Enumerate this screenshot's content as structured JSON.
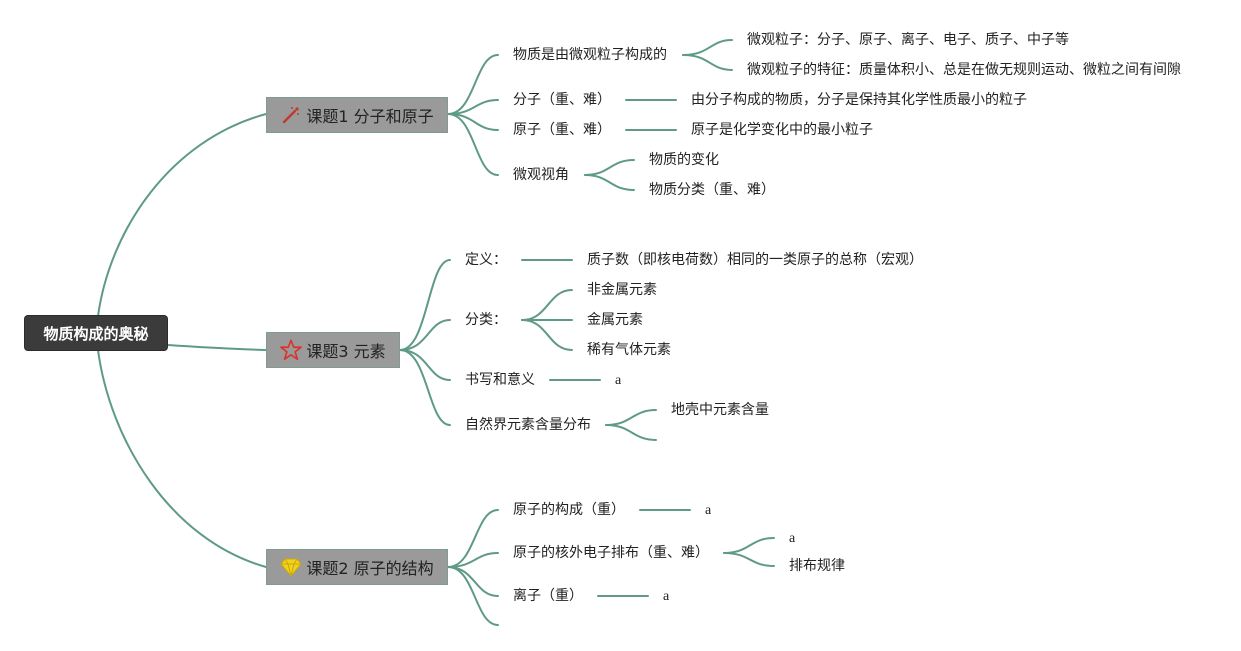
{
  "root": {
    "label": "物质构成的奥秘"
  },
  "topics": {
    "t1": {
      "label": "课题1 分子和原子",
      "icon": "wand-icon",
      "icon_color": "#c0392b",
      "children": {
        "c1": {
          "label": "物质是由微观粒子构成的",
          "sub1": "微观粒子：分子、原子、离子、电子、质子、中子等",
          "sub2": "微观粒子的特征：质量体积小、总是在做无规则运动、微粒之间有间隙"
        },
        "c2": {
          "label": "分子（重、难）",
          "sub1": "由分子构成的物质，分子是保持其化学性质最小的粒子"
        },
        "c3": {
          "label": "原子（重、难）",
          "sub1": "原子是化学变化中的最小粒子"
        },
        "c4": {
          "label": "微观视角",
          "sub1": "物质的变化",
          "sub2": "物质分类（重、难）"
        }
      }
    },
    "t3": {
      "label": "课题3 元素",
      "icon": "star-icon",
      "icon_color": "#d9342b",
      "children": {
        "c1": {
          "label": "定义：",
          "sub1": "质子数（即核电荷数）相同的一类原子的总称（宏观）"
        },
        "c2": {
          "label": "分类：",
          "sub1": "非金属元素",
          "sub2": "金属元素",
          "sub3": "稀有气体元素"
        },
        "c3": {
          "label": "书写和意义",
          "sub1": "a"
        },
        "c4": {
          "label": "自然界元素含量分布",
          "sub1": "地壳中元素含量"
        }
      }
    },
    "t2": {
      "label": "课题2 原子的结构",
      "icon": "diamond-icon",
      "icon_color": "#f2d21b",
      "children": {
        "c1": {
          "label": "原子的构成（重）",
          "sub1": "a"
        },
        "c2": {
          "label": "原子的核外电子排布（重、难）",
          "sub1": "a",
          "sub2": "排布规律"
        },
        "c3": {
          "label": "离子（重）",
          "sub1": "a"
        }
      }
    }
  },
  "colors": {
    "link": "#5f9a86",
    "root_bg": "#3b3b3b",
    "topic_bg": "#9a9a9a"
  }
}
